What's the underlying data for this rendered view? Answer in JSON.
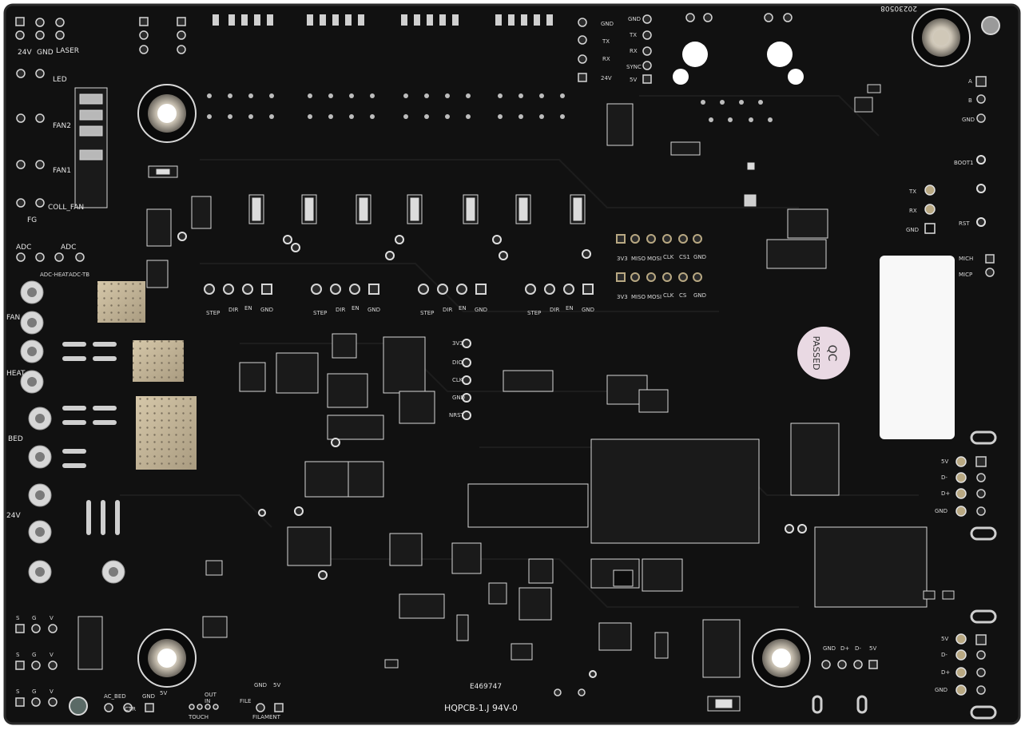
{
  "board": {
    "date_code": "20230508",
    "model": "HQPCB-1.J 94V-0",
    "serial": "E469747",
    "qc_sticker": {
      "line1": "QC",
      "line2": "PASSED"
    }
  },
  "labels": {
    "v24": "24V",
    "gnd": "GND",
    "laser": "LASER",
    "led": "LED",
    "fan2": "FAN2",
    "fan1": "FAN1",
    "coll_fan": "COLL_FAN",
    "fg": "FG",
    "adc": "ADC",
    "adc_heat": "ADC-HEAT",
    "adc_tb": "ADC-TB",
    "fan": "FAN",
    "heat": "HEAT",
    "bed": "BED",
    "step": "STEP",
    "dir": "DIR",
    "en": "EN",
    "v3v3": "3V3",
    "miso": "MISO",
    "mosi": "MOSI",
    "clk": "CLK",
    "cs1": "CS1",
    "cs": "CS",
    "tx": "TX",
    "rx": "RX",
    "sync": "SYNC",
    "v5": "5V",
    "dio": "DIO",
    "nrst": "NRST",
    "boot1": "BOOT1",
    "rst": "RST",
    "micp": "MICP",
    "mich": "MICH",
    "a": "A",
    "b": "B",
    "d_plus": "D+",
    "d_minus": "D-",
    "ac_bed": "AC_BED",
    "ctr": "CTR",
    "touch": "TOUCH",
    "out": "OUT",
    "in": "IN",
    "filament": "FILAMENT",
    "file": "FILE",
    "s": "S",
    "v": "V",
    "g": "G"
  },
  "colors": {
    "pcb": "#121212",
    "pcb_edge": "#1c1c1c",
    "silkscreen": "#e6e6e6",
    "pad_gold": "#c8b89a",
    "sticker": "#e8d8e2"
  }
}
